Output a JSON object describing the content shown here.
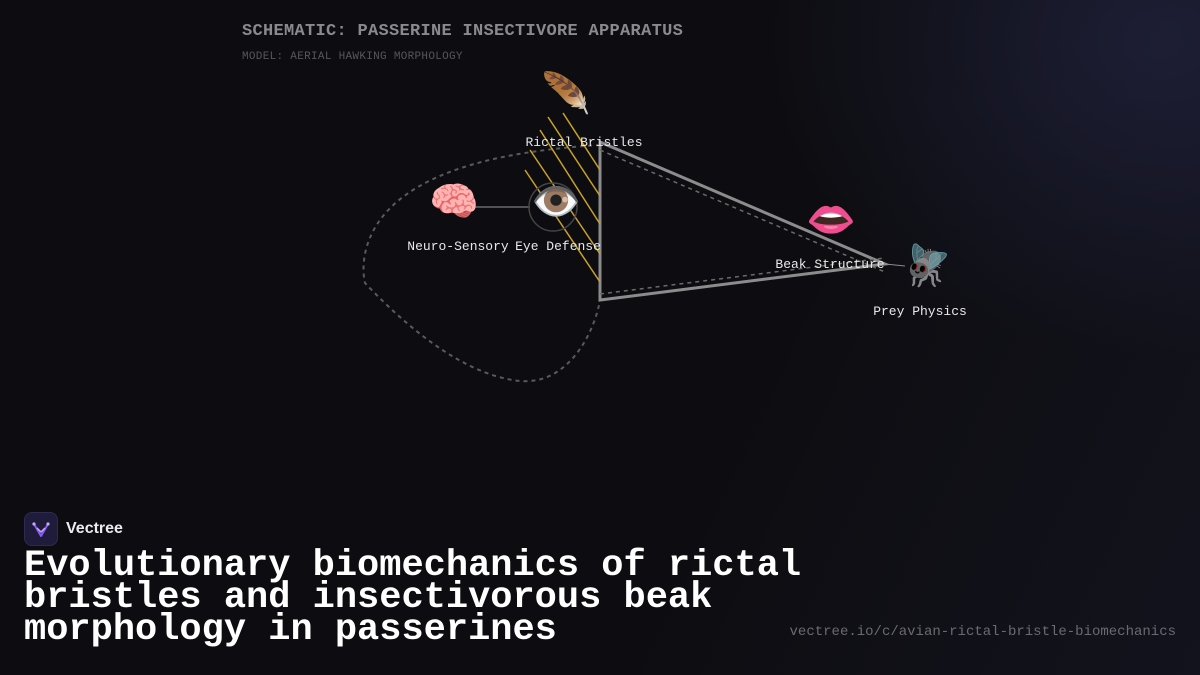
{
  "schematic": {
    "title": "SCHEMATIC: PASSERINE INSECTIVORE APPARATUS",
    "subtitle": "MODEL: AERIAL HAWKING MORPHOLOGY"
  },
  "nodes": [
    {
      "id": "rictal-bristles",
      "label": "Rictal Bristles",
      "icon": "feather-icon",
      "glyph": "🪶"
    },
    {
      "id": "neuro-sensory",
      "label": "Neuro-Sensory",
      "icon": "brain-icon",
      "glyph": "🧠"
    },
    {
      "id": "eye-defense",
      "label": "Eye Defense",
      "icon": "eye-icon",
      "glyph": "👁️"
    },
    {
      "id": "beak-structure",
      "label": "Beak Structure",
      "icon": "mouth-icon",
      "glyph": "👄"
    },
    {
      "id": "prey-physics",
      "label": "Prey Physics",
      "icon": "fly-icon",
      "glyph": "🪰"
    }
  ],
  "brand": {
    "name": "Vectree",
    "logo": "vectree-logo-icon"
  },
  "headline": "Evolutionary biomechanics of rictal bristles and insectivorous beak morphology in passerines",
  "url": "vectree.io/c/avian-rictal-bristle-biomechanics",
  "colors": {
    "background": "#0d0d11",
    "bristle": "#c9a227",
    "beak_outline": "#8c8c8c",
    "head_outline": "#5a5a5a",
    "accent": "#8a5cf5"
  }
}
